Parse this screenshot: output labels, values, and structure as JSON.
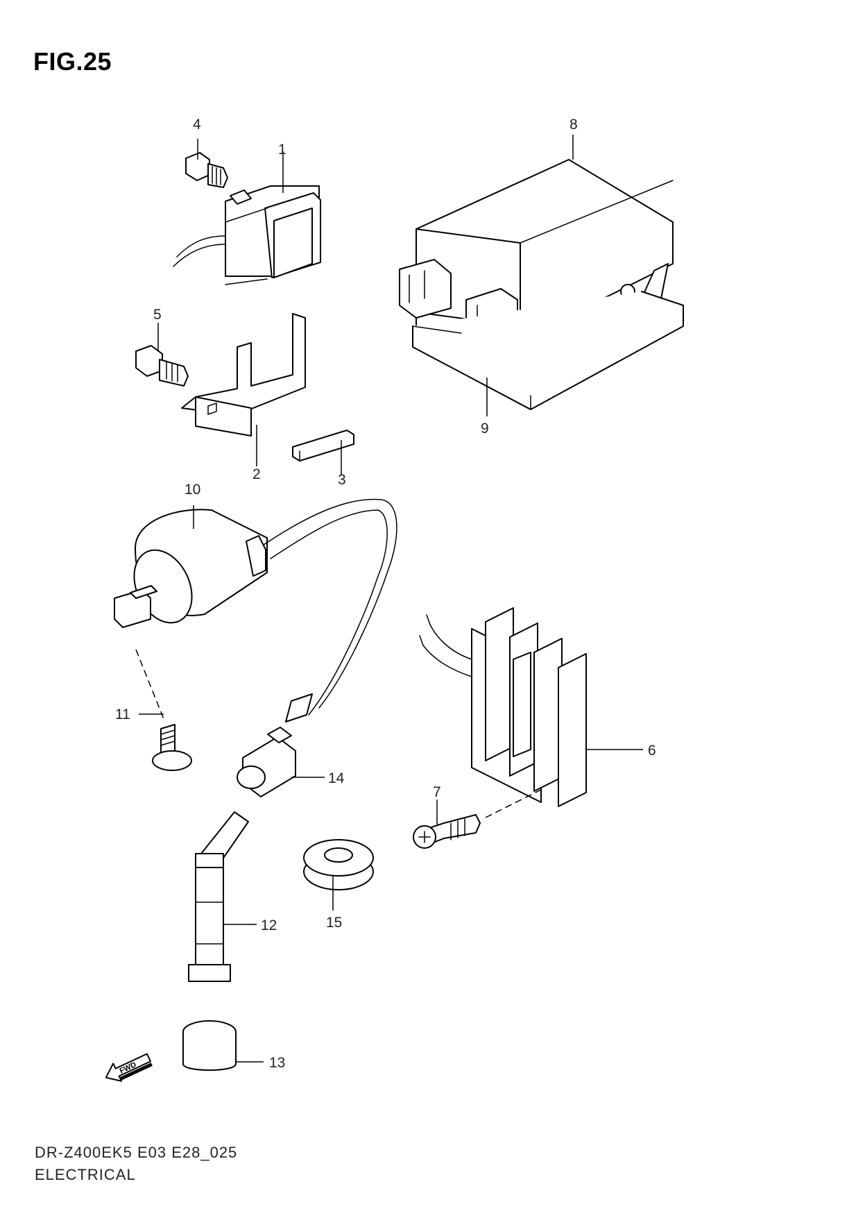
{
  "figure": {
    "title": "FIG.25"
  },
  "callouts": [
    "1",
    "2",
    "3",
    "4",
    "5",
    "6",
    "7",
    "8",
    "9",
    "10",
    "11",
    "12",
    "13",
    "14",
    "15"
  ],
  "direction_marker": {
    "text": "FWD",
    "icon": "forward-arrow-icon"
  },
  "footer": {
    "model_code": "DR-Z400EK5 E03 E28_025",
    "section_name": "ELECTRICAL"
  }
}
